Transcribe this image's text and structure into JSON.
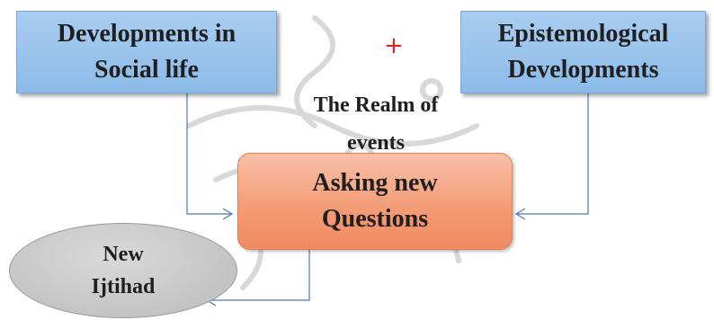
{
  "nodes": {
    "social": {
      "line1": "Developments in",
      "line2": "Social life"
    },
    "epistemological": {
      "line1": "Epistemological",
      "line2": "Developments"
    },
    "asking": {
      "line1": "Asking new",
      "line2": "Questions"
    },
    "new_ijtihad": {
      "line1": "New",
      "line2": "Ijtihad"
    }
  },
  "realm_label": {
    "line1": "The Realm of",
    "line2": "events"
  },
  "plus_mark": "+",
  "colors": {
    "blue_box": "#9fc5ee",
    "orange_box": "#f49a74",
    "gray_ellipse": "#c8c8c8",
    "connector": "#4a78c2",
    "plus": "#e8201c"
  }
}
